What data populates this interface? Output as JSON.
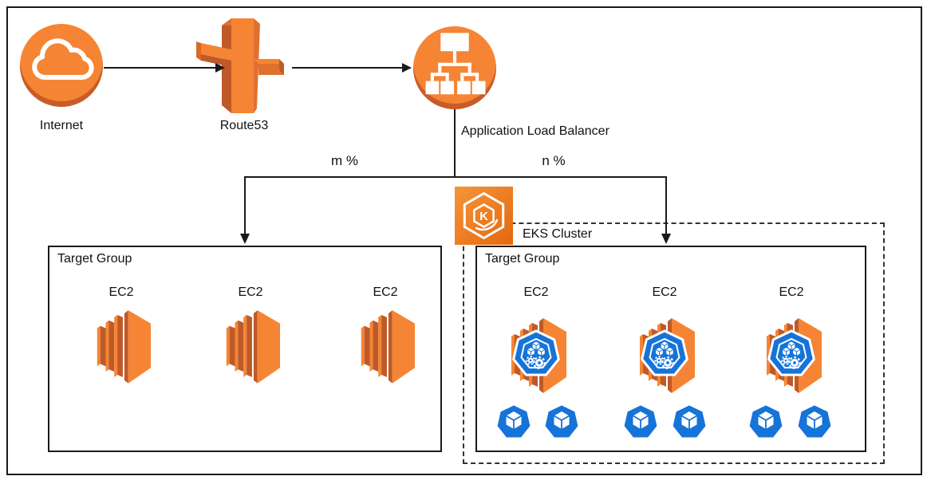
{
  "diagram": {
    "nodes": {
      "internet": {
        "label": "Internet"
      },
      "route53": {
        "label": "Route53"
      },
      "alb": {
        "label": "Application Load Balancer"
      },
      "eks_cluster": {
        "label": "EKS Cluster"
      }
    },
    "edges": {
      "internet_to_route53": {
        "label": ""
      },
      "route53_to_alb": {
        "label": ""
      },
      "to_left_target_group": {
        "label": "m %"
      },
      "to_right_target_group": {
        "label": "n %"
      }
    },
    "left_target_group": {
      "label": "Target Group",
      "instances": [
        {
          "label": "EC2"
        },
        {
          "label": "EC2"
        },
        {
          "label": "EC2"
        }
      ]
    },
    "right_target_group": {
      "label": "Target Group",
      "instances": [
        {
          "label": "EC2",
          "pod_count": 2
        },
        {
          "label": "EC2",
          "pod_count": 2
        },
        {
          "label": "EC2",
          "pod_count": 2
        }
      ]
    },
    "colors": {
      "aws_orange": "#F58534",
      "aws_orange_dark": "#BF5A28",
      "aws_orange_mid": "#E0702F",
      "kubernetes_blue": "#1673D8",
      "eks_gradient_start": "#F5953B",
      "eks_gradient_end": "#E4680D",
      "line": "#1a1a1a"
    }
  }
}
